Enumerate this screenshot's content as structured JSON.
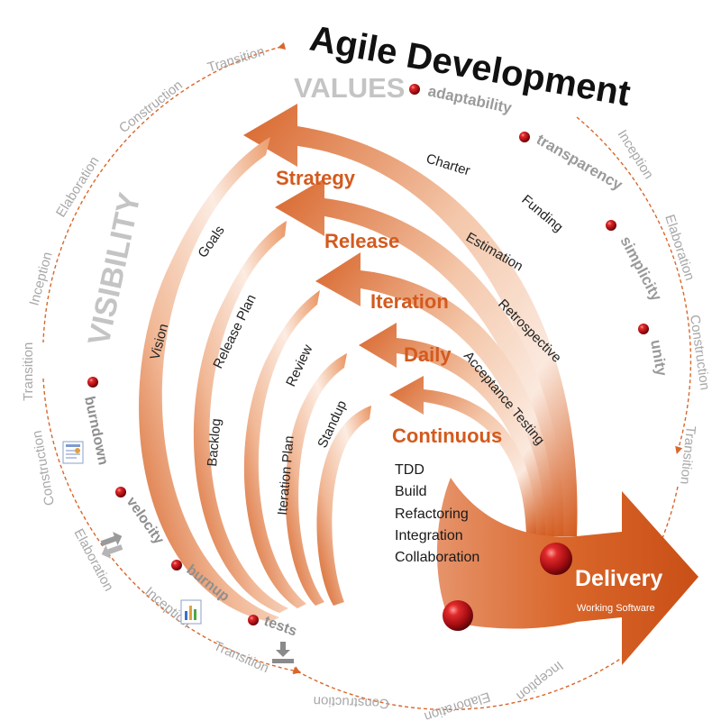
{
  "title": "Agile Development",
  "values_heading": "VALUES",
  "values": [
    "adaptability",
    "transparency",
    "simplicity",
    "unity"
  ],
  "visibility_heading": "VISIBILITY",
  "visibility_items": [
    "burndown",
    "velocity",
    "burnup",
    "tests"
  ],
  "outer_ring": {
    "top_left": [
      "Transition",
      "Construction",
      "Elaboration",
      "Inception",
      "Transition",
      "Construction"
    ],
    "right": [
      "Inception",
      "Elaboration",
      "Construction",
      "Transition"
    ],
    "bottom": [
      "Elaboration",
      "Inception",
      "Transition",
      "Construction",
      "Elaboration",
      "Inception"
    ]
  },
  "levels": [
    {
      "name": "Strategy",
      "labels": [
        "Vision",
        "Goals",
        "Charter",
        "Funding"
      ]
    },
    {
      "name": "Release",
      "labels": [
        "Backlog",
        "Release Plan",
        "Estimation"
      ]
    },
    {
      "name": "Iteration",
      "labels": [
        "Iteration Plan",
        "Review",
        "Retrospective"
      ]
    },
    {
      "name": "Daily",
      "labels": [
        "Standup",
        "Acceptance Testing"
      ]
    },
    {
      "name": "Continuous",
      "labels": []
    }
  ],
  "practices": [
    "TDD",
    "Build",
    "Refactoring",
    "Integration",
    "Collaboration"
  ],
  "delivery": {
    "title": "Delivery",
    "subtitle": "Working Software"
  },
  "colors": {
    "accent": "#d35a1e",
    "arrow_light": "#f7dccb",
    "ring": "#d9662a",
    "sphere": "#c0131a"
  },
  "icons": [
    "report-icon",
    "swap-arrows-icon",
    "bar-chart-icon",
    "download-tray-icon"
  ]
}
